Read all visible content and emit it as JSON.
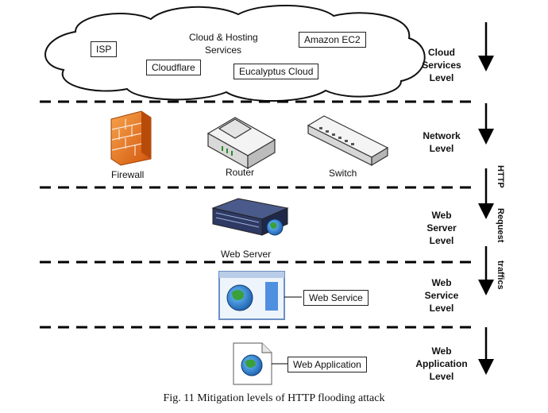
{
  "cloud": {
    "title_line1": "Cloud & Hosting",
    "title_line2": "Services",
    "providers": [
      "ISP",
      "Cloudflare",
      "Eucalyptus Cloud",
      "Amazon EC2"
    ]
  },
  "devices": {
    "firewall": "Firewall",
    "router": "Router",
    "switch": "Switch",
    "web_server": "Web Server",
    "web_service": "Web Service",
    "web_application": "Web Application"
  },
  "levels": [
    [
      "Cloud",
      "Services",
      "Level"
    ],
    [
      "Network",
      "Level"
    ],
    [
      "Web",
      "Server",
      "Level"
    ],
    [
      "Web",
      "Service",
      "Level"
    ],
    [
      "Web",
      "Application",
      "Level"
    ]
  ],
  "traffic_label": [
    "HTTP",
    "Request",
    "traffics"
  ],
  "caption": "Fig. 11 Mitigation levels of HTTP flooding attack"
}
